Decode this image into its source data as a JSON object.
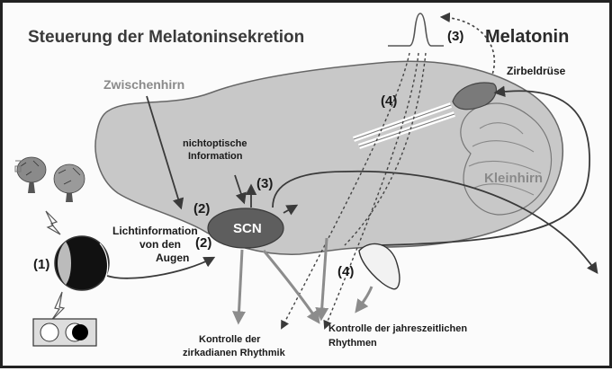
{
  "title": "Steuerung der Melatoninsekretion",
  "labels": {
    "melatonin": "Melatonin",
    "step3_top": "(3)",
    "zirbeldruese": "Zirbeldrüse",
    "zwischenhirn": "Zwischenhirn",
    "step4_upper": "(4)",
    "nichtoptische_line1": "nichtoptische",
    "nichtoptische_line2": "Information",
    "step3_mid": "(3)",
    "step2_left": "(2)",
    "scn": "SCN",
    "kleinhirn": "Kleinhirn",
    "lichtinfo_line1": "Lichtinformation",
    "lichtinfo_line2": "von den",
    "lichtinfo_line3": "Augen",
    "step2_bottom": "(2)",
    "step1": "(1)",
    "step4_lower": "(4)",
    "rhythmik_line1": "Kontrolle der",
    "rhythmik_line2": "zirkadianen Rhythmik",
    "jahres_line1": "Kontrolle der jahreszeitlichen",
    "jahres_line2": "Rhythmen"
  },
  "colors": {
    "brain": "#c8c8c8",
    "brain_stroke": "#666666",
    "scn": "#5e5e5e",
    "pineal": "#7a7a7a",
    "arrow_dark": "#3a3a3a",
    "arrow_grey": "#8c8c8c"
  },
  "icons": [
    "tree-icon",
    "lightning-icon",
    "eye-icon",
    "light-dark-icon",
    "melatonin-peak-icon"
  ]
}
